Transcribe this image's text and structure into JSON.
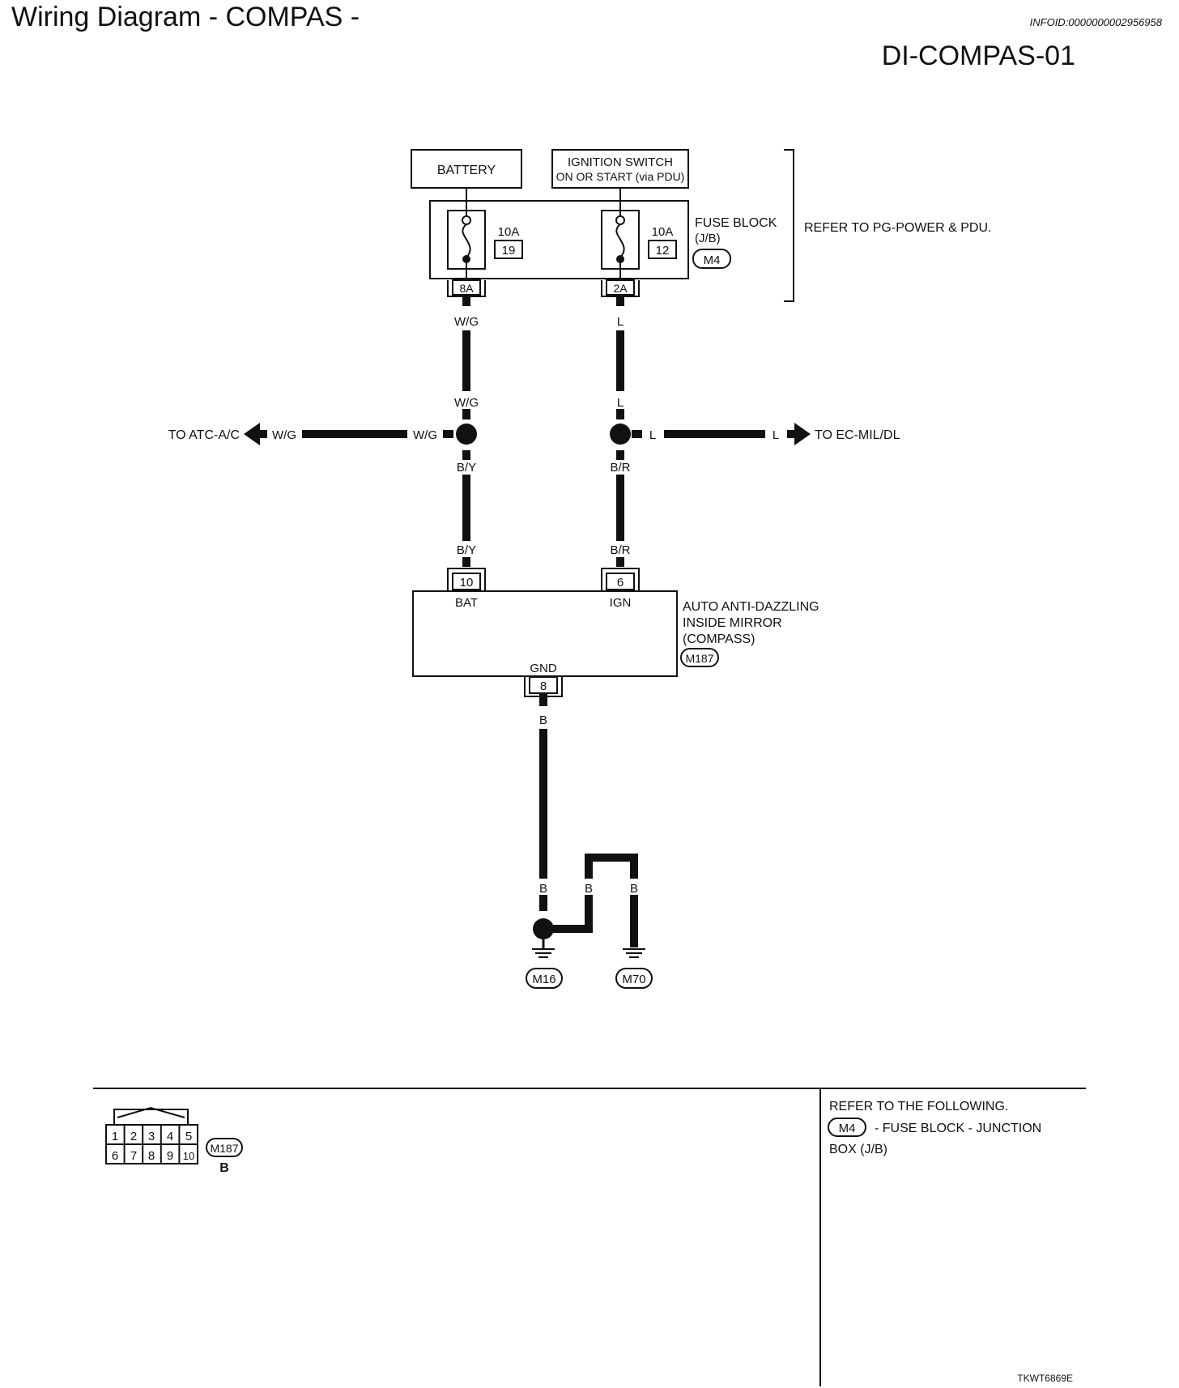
{
  "header": {
    "title": "Wiring Diagram - COMPAS -",
    "info_id": "INFOID:0000000002956958",
    "diagram_code": "DI-COMPAS-01"
  },
  "power": {
    "battery": "BATTERY",
    "ignition_line1": "IGNITION SWITCH",
    "ignition_line2": "ON OR START (via PDU)"
  },
  "fuse_block": {
    "name_line1": "FUSE BLOCK",
    "name_line2": "(J/B)",
    "connector": "M4",
    "refer": "REFER TO PG-POWER & PDU.",
    "fuse_left_amp": "10A",
    "fuse_left_no": "19",
    "fuse_right_amp": "10A",
    "fuse_right_no": "12",
    "term_left": "8A",
    "term_right": "2A"
  },
  "wires": {
    "wg": "W/G",
    "l": "L",
    "by": "B/Y",
    "br": "B/R",
    "b": "B"
  },
  "branches": {
    "left": "TO ATC-A/C",
    "right": "TO EC-MIL/DL"
  },
  "mirror": {
    "line1": "AUTO ANTI-DAZZLING",
    "line2": "INSIDE MIRROR",
    "line3": "(COMPASS)",
    "connector": "M187",
    "pin_bat": "10",
    "pin_bat_label": "BAT",
    "pin_ign": "6",
    "pin_ign_label": "IGN",
    "pin_gnd": "8",
    "pin_gnd_label": "GND"
  },
  "grounds": {
    "g1": "M16",
    "g2": "M70"
  },
  "connector_view": {
    "row1": [
      "1",
      "2",
      "3",
      "4",
      "5"
    ],
    "row2": [
      "6",
      "7",
      "8",
      "9",
      "10"
    ],
    "id": "M187",
    "color": "B"
  },
  "refer_box": {
    "heading": "REFER TO THE FOLLOWING.",
    "connector": "M4",
    "desc1": "- FUSE BLOCK - JUNCTION",
    "desc2": "BOX (J/B)"
  },
  "footer_code": "TKWT6869E"
}
